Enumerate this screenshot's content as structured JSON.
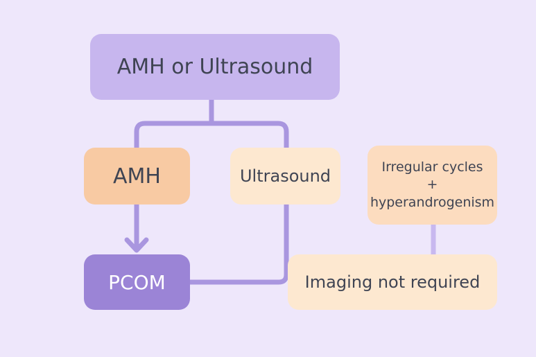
{
  "diagram": {
    "top_node": "AMH or Ultrasound",
    "amh_node": "AMH",
    "ultrasound_node": "Ultrasound",
    "criteria_node": {
      "line1": "Irregular cycles",
      "line2": "+",
      "line3": "hyperandrogenism"
    },
    "pcom_node": "PCOM",
    "imaging_node": "Imaging not required"
  },
  "colors": {
    "background": "#eee7fb",
    "connector": "#a996df",
    "top_node": "#c7b6ee",
    "amh_node": "#f8caa3",
    "ultrasound_node": "#fde8d0",
    "criteria_node": "#fcdcbf",
    "pcom_node": "#9b84d6",
    "imaging_node": "#fde8d0"
  }
}
